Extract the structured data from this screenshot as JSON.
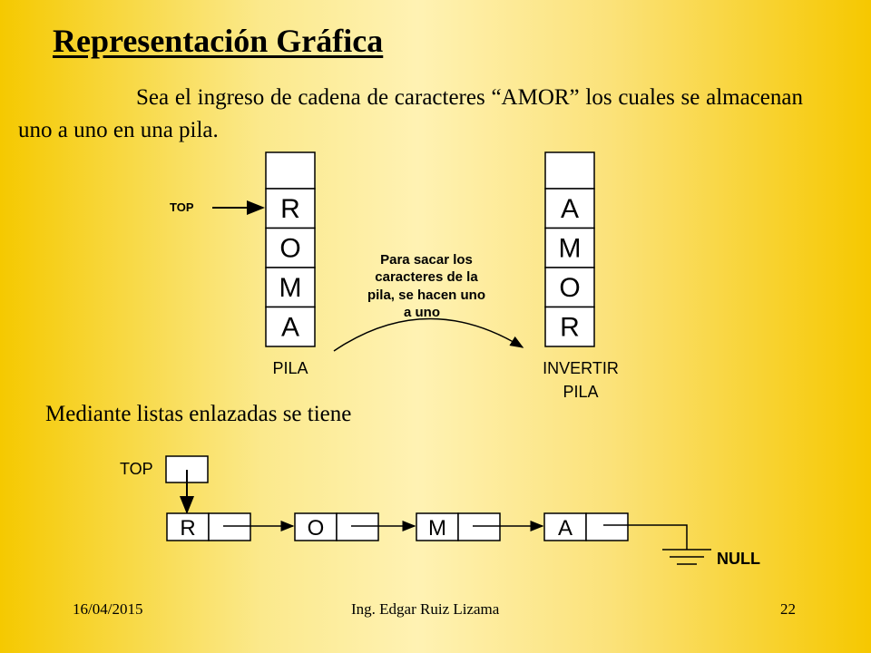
{
  "title": "Representación Gráfica",
  "intro": "Sea el ingreso de cadena de caracteres “AMOR” los cuales se almacenan uno a uno en una pila.",
  "stack_diagram": {
    "top_label": "TOP",
    "stack_cells": [
      "R",
      "O",
      "M",
      "A"
    ],
    "stack_label": "PILA",
    "arrow_caption": [
      "Para sacar los",
      "caracteres de la",
      "pila, se hacen uno",
      "a uno"
    ],
    "inverted_cells": [
      "A",
      "M",
      "O",
      "R"
    ],
    "inverted_label": [
      "INVERTIR",
      "PILA"
    ]
  },
  "linked_list_heading": "Mediante listas enlazadas se tiene",
  "linked_list": {
    "top_label": "TOP",
    "nodes": [
      "R",
      "O",
      "M",
      "A"
    ],
    "null_label": "NULL"
  },
  "footer": {
    "date": "16/04/2015",
    "author": "Ing. Edgar Ruiz Lizama",
    "page": "22"
  }
}
